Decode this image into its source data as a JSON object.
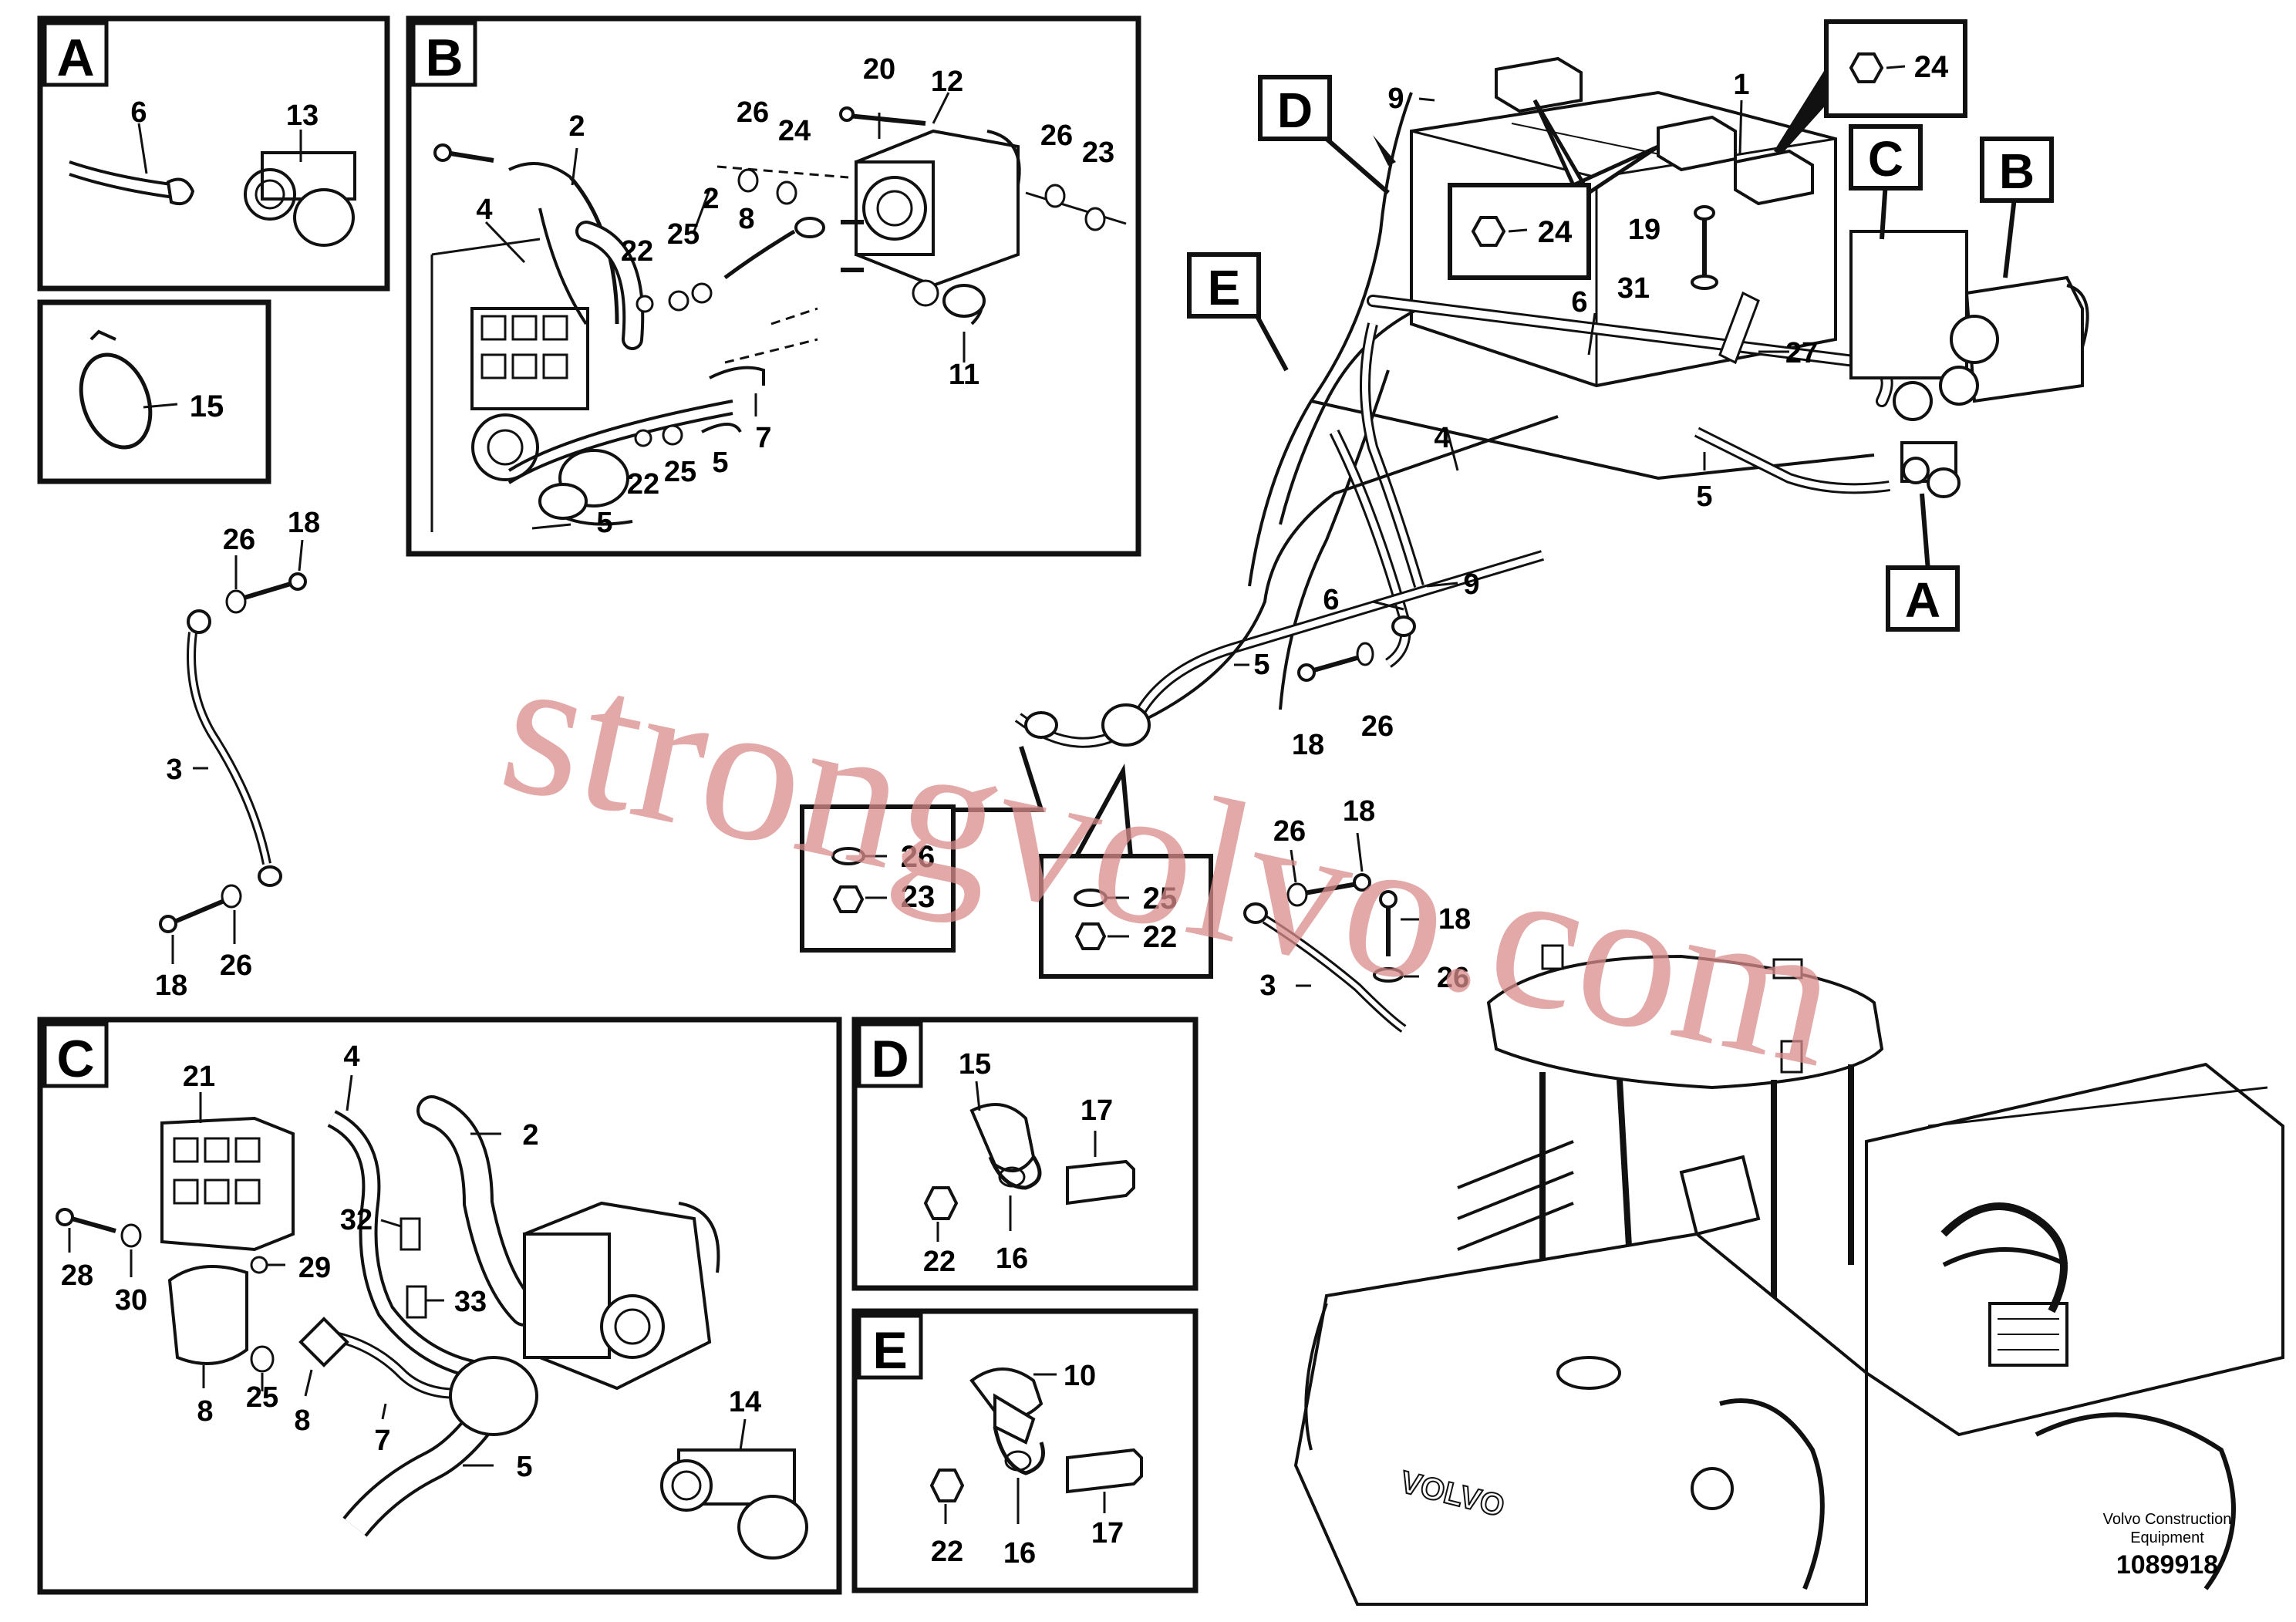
{
  "panels": {
    "A": "A",
    "B": "B",
    "C": "C",
    "D": "D",
    "E": "E"
  },
  "detail_boxes": {
    "left_nut": [
      "26",
      "23"
    ],
    "right_nut": [
      "25",
      "22"
    ],
    "top_nut_right": "24",
    "top_nut_left": "24"
  },
  "callouts": {
    "main": [
      "9",
      "1",
      "19",
      "31",
      "6",
      "27",
      "4",
      "5",
      "6",
      "9",
      "5",
      "18",
      "26"
    ],
    "panel_a": [
      "6",
      "13"
    ],
    "panel_15": "15",
    "panel_b": [
      "2",
      "4",
      "22",
      "25",
      "2",
      "8",
      "26",
      "24",
      "20",
      "12",
      "26",
      "23",
      "11",
      "7",
      "22",
      "25",
      "5",
      "5"
    ],
    "cable3_left": [
      "26",
      "18",
      "3",
      "18",
      "26"
    ],
    "cable3_right": [
      "26",
      "18",
      "18",
      "3",
      "26"
    ],
    "panel_c": [
      "21",
      "4",
      "2",
      "28",
      "30",
      "32",
      "29",
      "33",
      "8",
      "25",
      "8",
      "7",
      "5",
      "14"
    ],
    "panel_d": [
      "15",
      "17",
      "22",
      "16"
    ],
    "panel_e": [
      "10",
      "22",
      "16",
      "17"
    ]
  },
  "footer": {
    "line1": "Volvo Construction",
    "line2": "Equipment",
    "number": "1089918"
  },
  "machine_badge": "VOLVO",
  "watermark": "strongvolvo.com",
  "colors": {
    "line": "#111111",
    "watermark": "#d98c8c"
  }
}
